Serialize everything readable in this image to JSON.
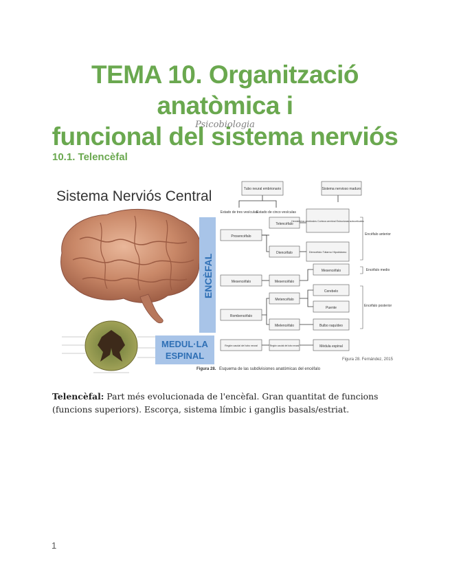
{
  "header": {
    "title_line1": "TEMA 10. Organització anatòmica i",
    "title_line2": "funcional del sistema nerviós",
    "subtitle": "Psicobiologia"
  },
  "section": {
    "heading": "10.1. Telencèfal"
  },
  "figure": {
    "heading": "Sistema Nerviós Central",
    "encefal_label": "ENCÈFAL",
    "medulla_label_line1": "MEDUL·LA",
    "medulla_label_line2": "ESPINAL",
    "source": "Figura 28. Fernández, 2015",
    "caption_bold": "Figura 28.",
    "caption_text": "Esquema de las subdivisiones anatómicas del encéfalo",
    "boxes": {
      "tubo_neural": "Tubo neural embrionario",
      "sistema_nervioso": "Sistema nervioso maduro",
      "tres_vesiculas": "Estado de tres vesículas",
      "cinco_vesiculas": "Estado de cinco vesículas",
      "prosencefalo": "Prosencéfalo",
      "telencefalo": "Telencéfalo",
      "diencefalo": "Diencéfalo",
      "hemisferios": "Hemisferios cerebrales Corteza cerebral Estructuras subcorticales",
      "diencefalo_det": "Diencéfalo Tálamo Hipotálamo",
      "encefalo_anterior": "Encéfalo anterior",
      "mesencefalo_a": "Mesencéfalo",
      "mesencefalo_b": "Mesencéfalo",
      "mesencefalo_c": "Mesencéfalo",
      "encefalo_medio": "Encéfalo medio",
      "rombencefalo": "Rombencéfalo",
      "metencefalo": "Metencéfalo",
      "mielencefalo": "Mielencéfalo",
      "cerebelo": "Cerebelo",
      "puente": "Puente",
      "bulbo": "Bulbo raquídeo",
      "encefalo_posterior": "Encéfalo posterior",
      "region_caudal_1": "Región caudal del tubo neural",
      "region_caudal_2": "Región caudal del tubo neural",
      "medula_espinal": "Médula espinal"
    }
  },
  "paragraph": {
    "term": "Telencèfal:",
    "text": " Part més evolucionada de l'encèfal. Gran quantitat de funcions (funcions superiors). Escorça, sistema límbic i ganglis basals/estriat."
  },
  "footer": {
    "page_number": "1"
  },
  "colors": {
    "accent_green": "#6aa84f",
    "encefal_blue": "#a8c4e8",
    "medulla_blue": "#2e6fb5"
  }
}
